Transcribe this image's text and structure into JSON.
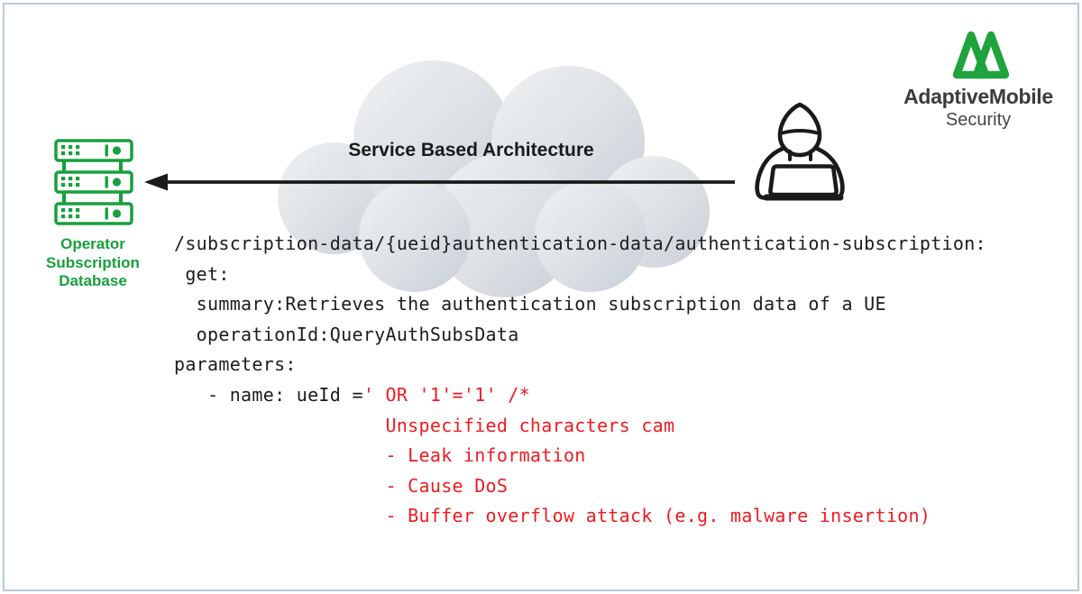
{
  "colors": {
    "accent_green": "#18A03C",
    "alert_red": "#EE1B22",
    "frame_border": "#B7CDD4",
    "code_text": "#1C1C1E",
    "cloud_light": "#EDEFF1",
    "cloud_dark": "#C7CED5"
  },
  "branding": {
    "company_bold": "AdaptiveMobile",
    "company_light": "Security"
  },
  "diagram": {
    "cloud_label": "Service Based Architecture",
    "database_label": {
      "line1": "Operator",
      "line2": "Subscription",
      "line3": "Database"
    },
    "icons": {
      "database": "server-stack-icon",
      "attacker": "hacker-laptop-icon",
      "arrow": "attack-arrow-icon",
      "logo": "adaptivemobile-logo-icon",
      "cloud": "network-cloud-shape"
    }
  },
  "code": {
    "lines": [
      {
        "text": "/subscription-data/{ueid}authentication-data/authentication-subscription:",
        "highlight": ""
      },
      {
        "text": " get:",
        "highlight": ""
      },
      {
        "text": "  summary:Retrieves the authentication subscription data of a UE",
        "highlight": ""
      },
      {
        "text": "  operationId:QueryAuthSubsData",
        "highlight": ""
      },
      {
        "text": "parameters:",
        "highlight": ""
      },
      {
        "text": "   - name: ueId =",
        "highlight": "' OR '1'='1' /*"
      },
      {
        "text": "                   ",
        "highlight": "Unspecified characters cam"
      },
      {
        "text": "                   ",
        "highlight": "- Leak information"
      },
      {
        "text": "                   ",
        "highlight": "- Cause DoS"
      },
      {
        "text": "                   ",
        "highlight": "- Buffer overflow attack (e.g. malware insertion)"
      }
    ]
  }
}
